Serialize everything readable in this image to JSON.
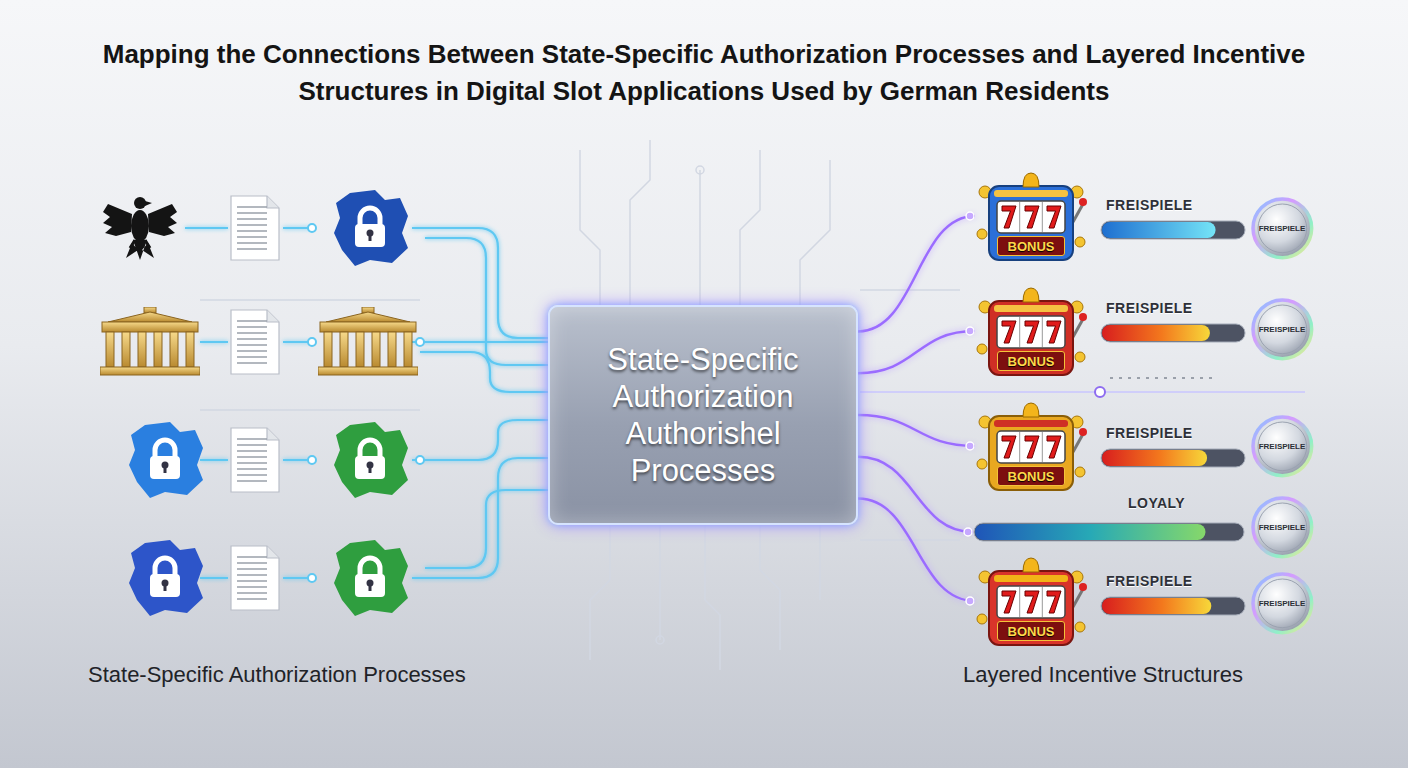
{
  "diagram": {
    "title": "Mapping the Connections Between State-Specific Authorization Processes and Layered Incentive Structures in Digital Slot Applications Used by German Residents",
    "nodes": [
      {
        "text": [
          "State-Specific Authorization Authorishel Processes"
        ]
      },
      {
        "text": [
          "BONUS"
        ]
      },
      {
        "text": [
          "FREISPIELE"
        ]
      },
      {
        "text": [
          "FREISPIELE"
        ]
      },
      {
        "text": [
          "BONUS"
        ]
      },
      {
        "text": [
          "FREISPIELE"
        ]
      },
      {
        "text": [
          "FREISPIELE"
        ]
      },
      {
        "text": [
          "BONUS"
        ]
      },
      {
        "text": [
          "FREISPIELE"
        ]
      },
      {
        "text": [
          "FREISPIELE"
        ]
      },
      {
        "text": [
          "LOYALY"
        ]
      },
      {
        "text": [
          "FREISPIELE"
        ]
      },
      {
        "text": [
          "BONUS"
        ]
      },
      {
        "text": [
          "FREISPIELE"
        ]
      },
      {
        "text": [
          "FREISPIELE"
        ]
      }
    ],
    "edges": [
      {
        "from": 0,
        "to": 1,
        "arrow": "none"
      },
      {
        "from": 0,
        "to": 4,
        "arrow": "none"
      },
      {
        "from": 0,
        "to": 7,
        "arrow": "none"
      },
      {
        "from": 0,
        "to": 10,
        "arrow": "none"
      },
      {
        "from": 0,
        "to": 12,
        "arrow": "none"
      }
    ],
    "labels": [
      "State-Specific Authorization Processes",
      "Layered Incentive Structures"
    ]
  }
}
